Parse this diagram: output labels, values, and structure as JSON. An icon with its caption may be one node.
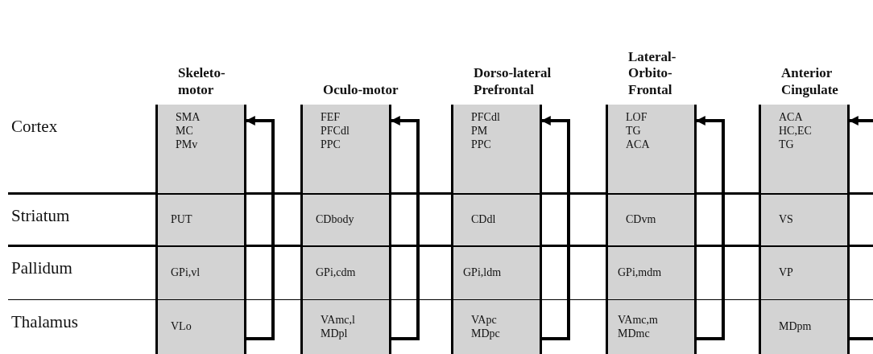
{
  "diagram": {
    "nodes": [
      {
        "text": [
          "Skeleto-motor"
        ]
      },
      {
        "text": [
          "SMA",
          "MC",
          "PMv"
        ],
        "in": 0
      },
      {
        "text": [
          "PUT"
        ],
        "in": 0
      },
      {
        "text": [
          "GPi,vl"
        ],
        "in": 0
      },
      {
        "text": [
          "VLo"
        ],
        "in": 0
      },
      {
        "text": [
          "Oculo-motor"
        ]
      },
      {
        "text": [
          "FEF",
          "PFCdl",
          "PPC"
        ],
        "in": 5
      },
      {
        "text": [
          "CDbody"
        ],
        "in": 5
      },
      {
        "text": [
          "GPi,cdm"
        ],
        "in": 5
      },
      {
        "text": [
          "VAmc,l",
          "MDpl"
        ],
        "in": 5
      },
      {
        "text": [
          "Dorso-lateral Prefrontal"
        ]
      },
      {
        "text": [
          "PFCdl",
          "PM",
          "PPC"
        ],
        "in": 10
      },
      {
        "text": [
          "CDdl"
        ],
        "in": 10
      },
      {
        "text": [
          "GPi,ldm"
        ],
        "in": 10
      },
      {
        "text": [
          "VApc",
          "MDpc"
        ],
        "in": 10
      },
      {
        "text": [
          "Lateral-Orbito-Frontal"
        ]
      },
      {
        "text": [
          "LOF",
          "TG",
          "ACA"
        ],
        "in": 15
      },
      {
        "text": [
          "CDvm"
        ],
        "in": 15
      },
      {
        "text": [
          "GPi,mdm"
        ],
        "in": 15
      },
      {
        "text": [
          "VAmc,m",
          "MDmc"
        ],
        "in": 15
      },
      {
        "text": [
          "Anterior Cingulate"
        ]
      },
      {
        "text": [
          "ACA",
          "HC,EC",
          "TG"
        ],
        "in": 20
      },
      {
        "text": [
          "VS"
        ],
        "in": 20
      },
      {
        "text": [
          "VP"
        ],
        "in": 20
      },
      {
        "text": [
          "MDpm"
        ],
        "in": 20
      }
    ],
    "edges": [
      {
        "from": 4,
        "to": 1,
        "arrow": "to"
      },
      {
        "from": 9,
        "to": 6,
        "arrow": "to"
      },
      {
        "from": 14,
        "to": 11,
        "arrow": "to"
      },
      {
        "from": 19,
        "to": 16,
        "arrow": "to"
      },
      {
        "from": 24,
        "to": 21,
        "arrow": "to"
      }
    ],
    "labels": [
      "Cortex",
      "Striatum",
      "Pallidum",
      "Thalamus"
    ]
  }
}
